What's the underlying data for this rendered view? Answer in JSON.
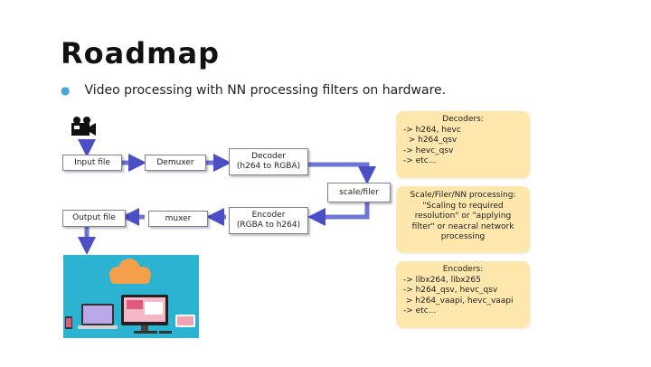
{
  "title": "Roadmap",
  "bullet": "Video processing with NN processing filters on hardware.",
  "boxes": {
    "input_file": "Input file",
    "demuxer": "Demuxer",
    "decoder_line1": "Decoder",
    "decoder_line2": "(h264 to RGBA)",
    "scale_filter": "scale/filer",
    "encoder_line1": "Encoder",
    "encoder_line2": "(RGBA to h264)",
    "muxer": "muxer",
    "output_file": "Output file"
  },
  "notes": {
    "decoders": {
      "head": "Decoders:",
      "lines": [
        "-> h264, hevc",
        "  > h264_qsv",
        "-> hevc_qsv",
        "-> etc..."
      ]
    },
    "filter": {
      "lines": [
        "Scale/Filer/NN processing:",
        "\"Scaling to required",
        "resolution\" or \"applying",
        "filter\" or neacral network",
        "processing"
      ]
    },
    "encoders": {
      "head": "Encoders:",
      "lines": [
        "-> libx264, libx265",
        "-> h264_qsv, hevc_qsv",
        " > h264_vaapi, hevc_vaapi",
        "-> etc..."
      ]
    }
  },
  "colors": {
    "arrow": "#4a4fc4",
    "note_bg": "#fde7ad",
    "bullet_dot": "#4aa6d6",
    "illustration_bg": "#2bb3d1"
  },
  "icons": [
    "video-camera-icon",
    "cloud-devices-illustration"
  ]
}
